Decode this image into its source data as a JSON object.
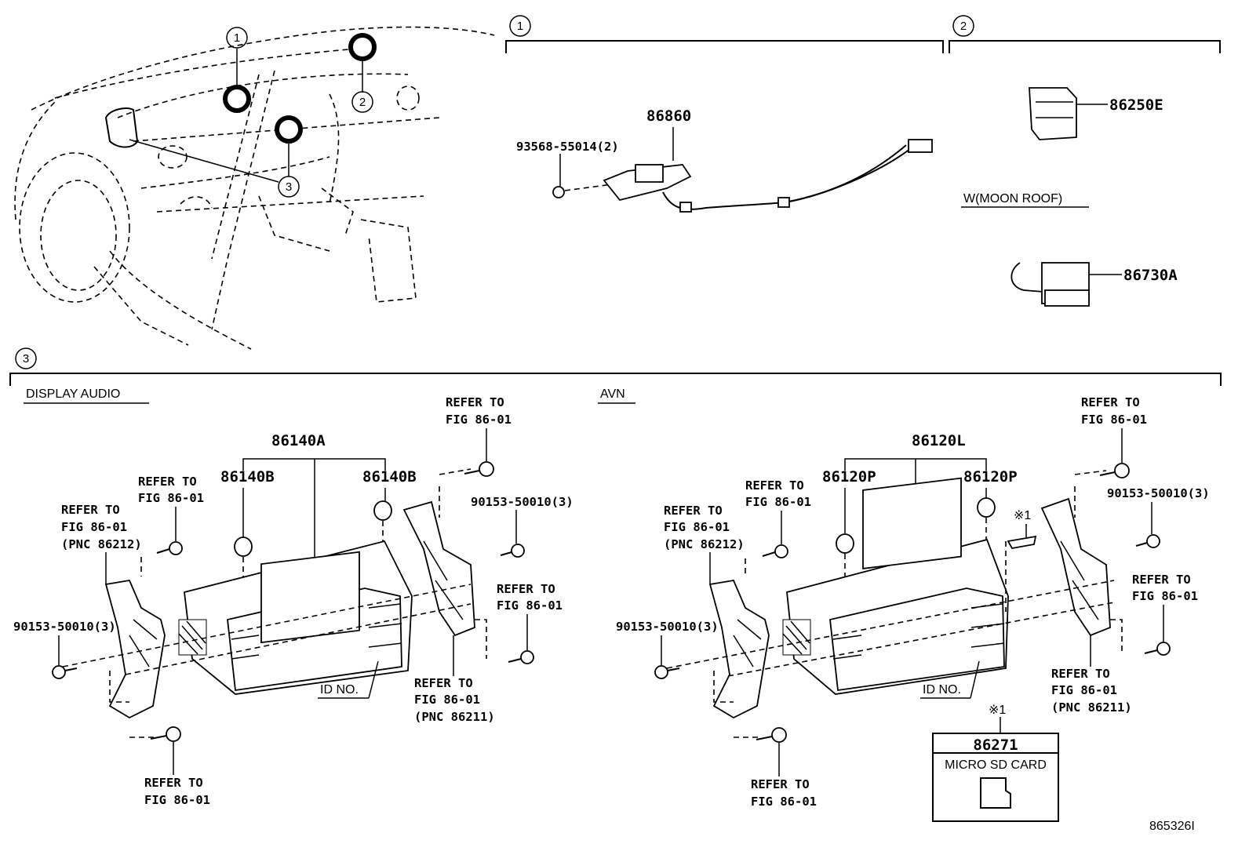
{
  "callouts": {
    "c1": "1",
    "c2": "2",
    "c3": "3"
  },
  "section1": {
    "part_86860": "86860",
    "bolt_93568": "93568-55014(2)"
  },
  "section2": {
    "part_86250E": "86250E",
    "moon_roof_label": "W(MOON ROOF)",
    "part_86730A": "86730A"
  },
  "display_audio": {
    "heading": "DISPLAY AUDIO",
    "assy": "86140A",
    "knob_left": "86140B",
    "knob_right": "86140B",
    "screw_left": "90153-50010(3)",
    "screw_right": "90153-50010(3)",
    "ref_top_right": [
      "REFER TO",
      "FIG 86-01"
    ],
    "ref_inner_left": [
      "REFER TO",
      "FIG 86-01"
    ],
    "ref_outer_left": [
      "REFER TO",
      "FIG 86-01",
      "(PNC 86212)"
    ],
    "ref_right_mid": [
      "REFER TO",
      "FIG 86-01"
    ],
    "ref_right_bottom": [
      "REFER TO",
      "FIG 86-01",
      "(PNC 86211)"
    ],
    "ref_bottom": [
      "REFER TO",
      "FIG 86-01"
    ],
    "id_no": "ID NO."
  },
  "avn": {
    "heading": "AVN",
    "assy": "86120L",
    "knob_left": "86120P",
    "knob_right": "86120P",
    "screw_left": "90153-50010(3)",
    "screw_right": "90153-50010(3)",
    "ref_top_right": [
      "REFER TO",
      "FIG 86-01"
    ],
    "ref_inner_left": [
      "REFER TO",
      "FIG 86-01"
    ],
    "ref_outer_left": [
      "REFER TO",
      "FIG 86-01",
      "(PNC 86212)"
    ],
    "ref_right_mid": [
      "REFER TO",
      "FIG 86-01"
    ],
    "ref_right_bottom": [
      "REFER TO",
      "FIG 86-01",
      "(PNC 86211)"
    ],
    "ref_bottom": [
      "REFER TO",
      "FIG 86-01"
    ],
    "id_no": "ID NO.",
    "note_mark_top": "※1",
    "note_mark_bottom": "※1",
    "sd_part": "86271",
    "sd_label": "MICRO SD CARD"
  },
  "figure_number": "865326I"
}
